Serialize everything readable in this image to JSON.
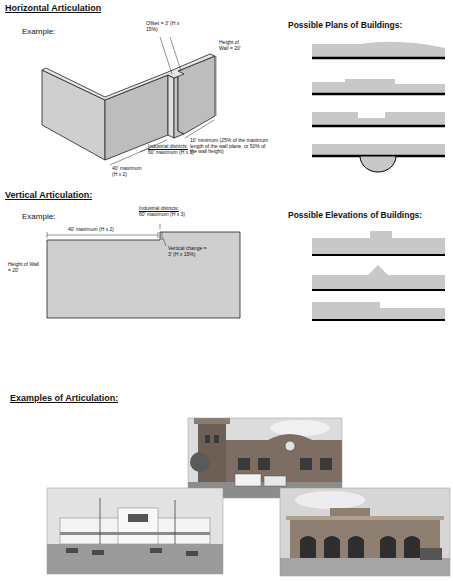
{
  "diagram": {
    "labels": [
      "Horizontal Articulation",
      "Example:",
      "Offset = 3' (H x 15%)",
      "Height of Wall = 20'",
      "Possible Plans of Buildings:",
      "10' minimum (25% of the maximum length of the wall plane, or 50% of the wall height)",
      "40' maximum (H x 2)",
      "Industrial districts:",
      "60' maximum (H x 3)",
      "Vertical Articulation:",
      "Example:",
      "Industrial districts:",
      "60' maximum (H x 3)",
      "40' maximum (H x 2)",
      "Vertical change = 3' (H x 15%)",
      "Height of Wall = 20'",
      "Possible Elevations of Buildings:",
      "Examples of Articulation:"
    ]
  }
}
